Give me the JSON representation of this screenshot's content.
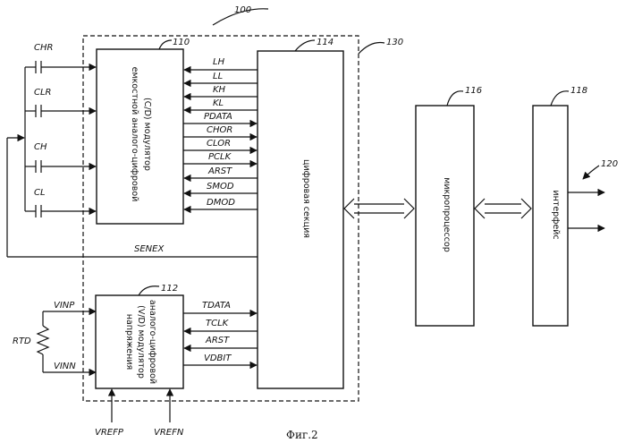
{
  "figure_caption": "Фиг.2",
  "refs": {
    "system": "100",
    "cd_modulator": "110",
    "vd_modulator": "112",
    "digital_section": "114",
    "dashed_boundary": "130",
    "microprocessor": "116",
    "interface": "118",
    "interface_output": "120"
  },
  "blocks": {
    "cd_modulator": [
      "емкостной аналого-цифровой",
      "(C/D) модулятор"
    ],
    "vd_modulator": [
      "аналого-цифровой",
      "(V/D) модулятор",
      "напряжения"
    ],
    "digital_section": "цифровая секция",
    "microprocessor": "микропроцессор",
    "interface": "интерфейс"
  },
  "capacitors": [
    "CHR",
    "CLR",
    "CH",
    "CL"
  ],
  "cd_signals": [
    "LH",
    "LL",
    "KH",
    "KL",
    "PDATA",
    "CHOR",
    "CLOR",
    "PCLK",
    "ARST",
    "SMOD",
    "DMOD"
  ],
  "feedback_signal": "SENEX",
  "vd_signals": [
    "TDATA",
    "TCLK",
    "ARST",
    "VDBIT"
  ],
  "vd_inputs": [
    "VINP",
    "VINN"
  ],
  "sensor": "RTD",
  "references": [
    "VREFP",
    "VREFN"
  ]
}
